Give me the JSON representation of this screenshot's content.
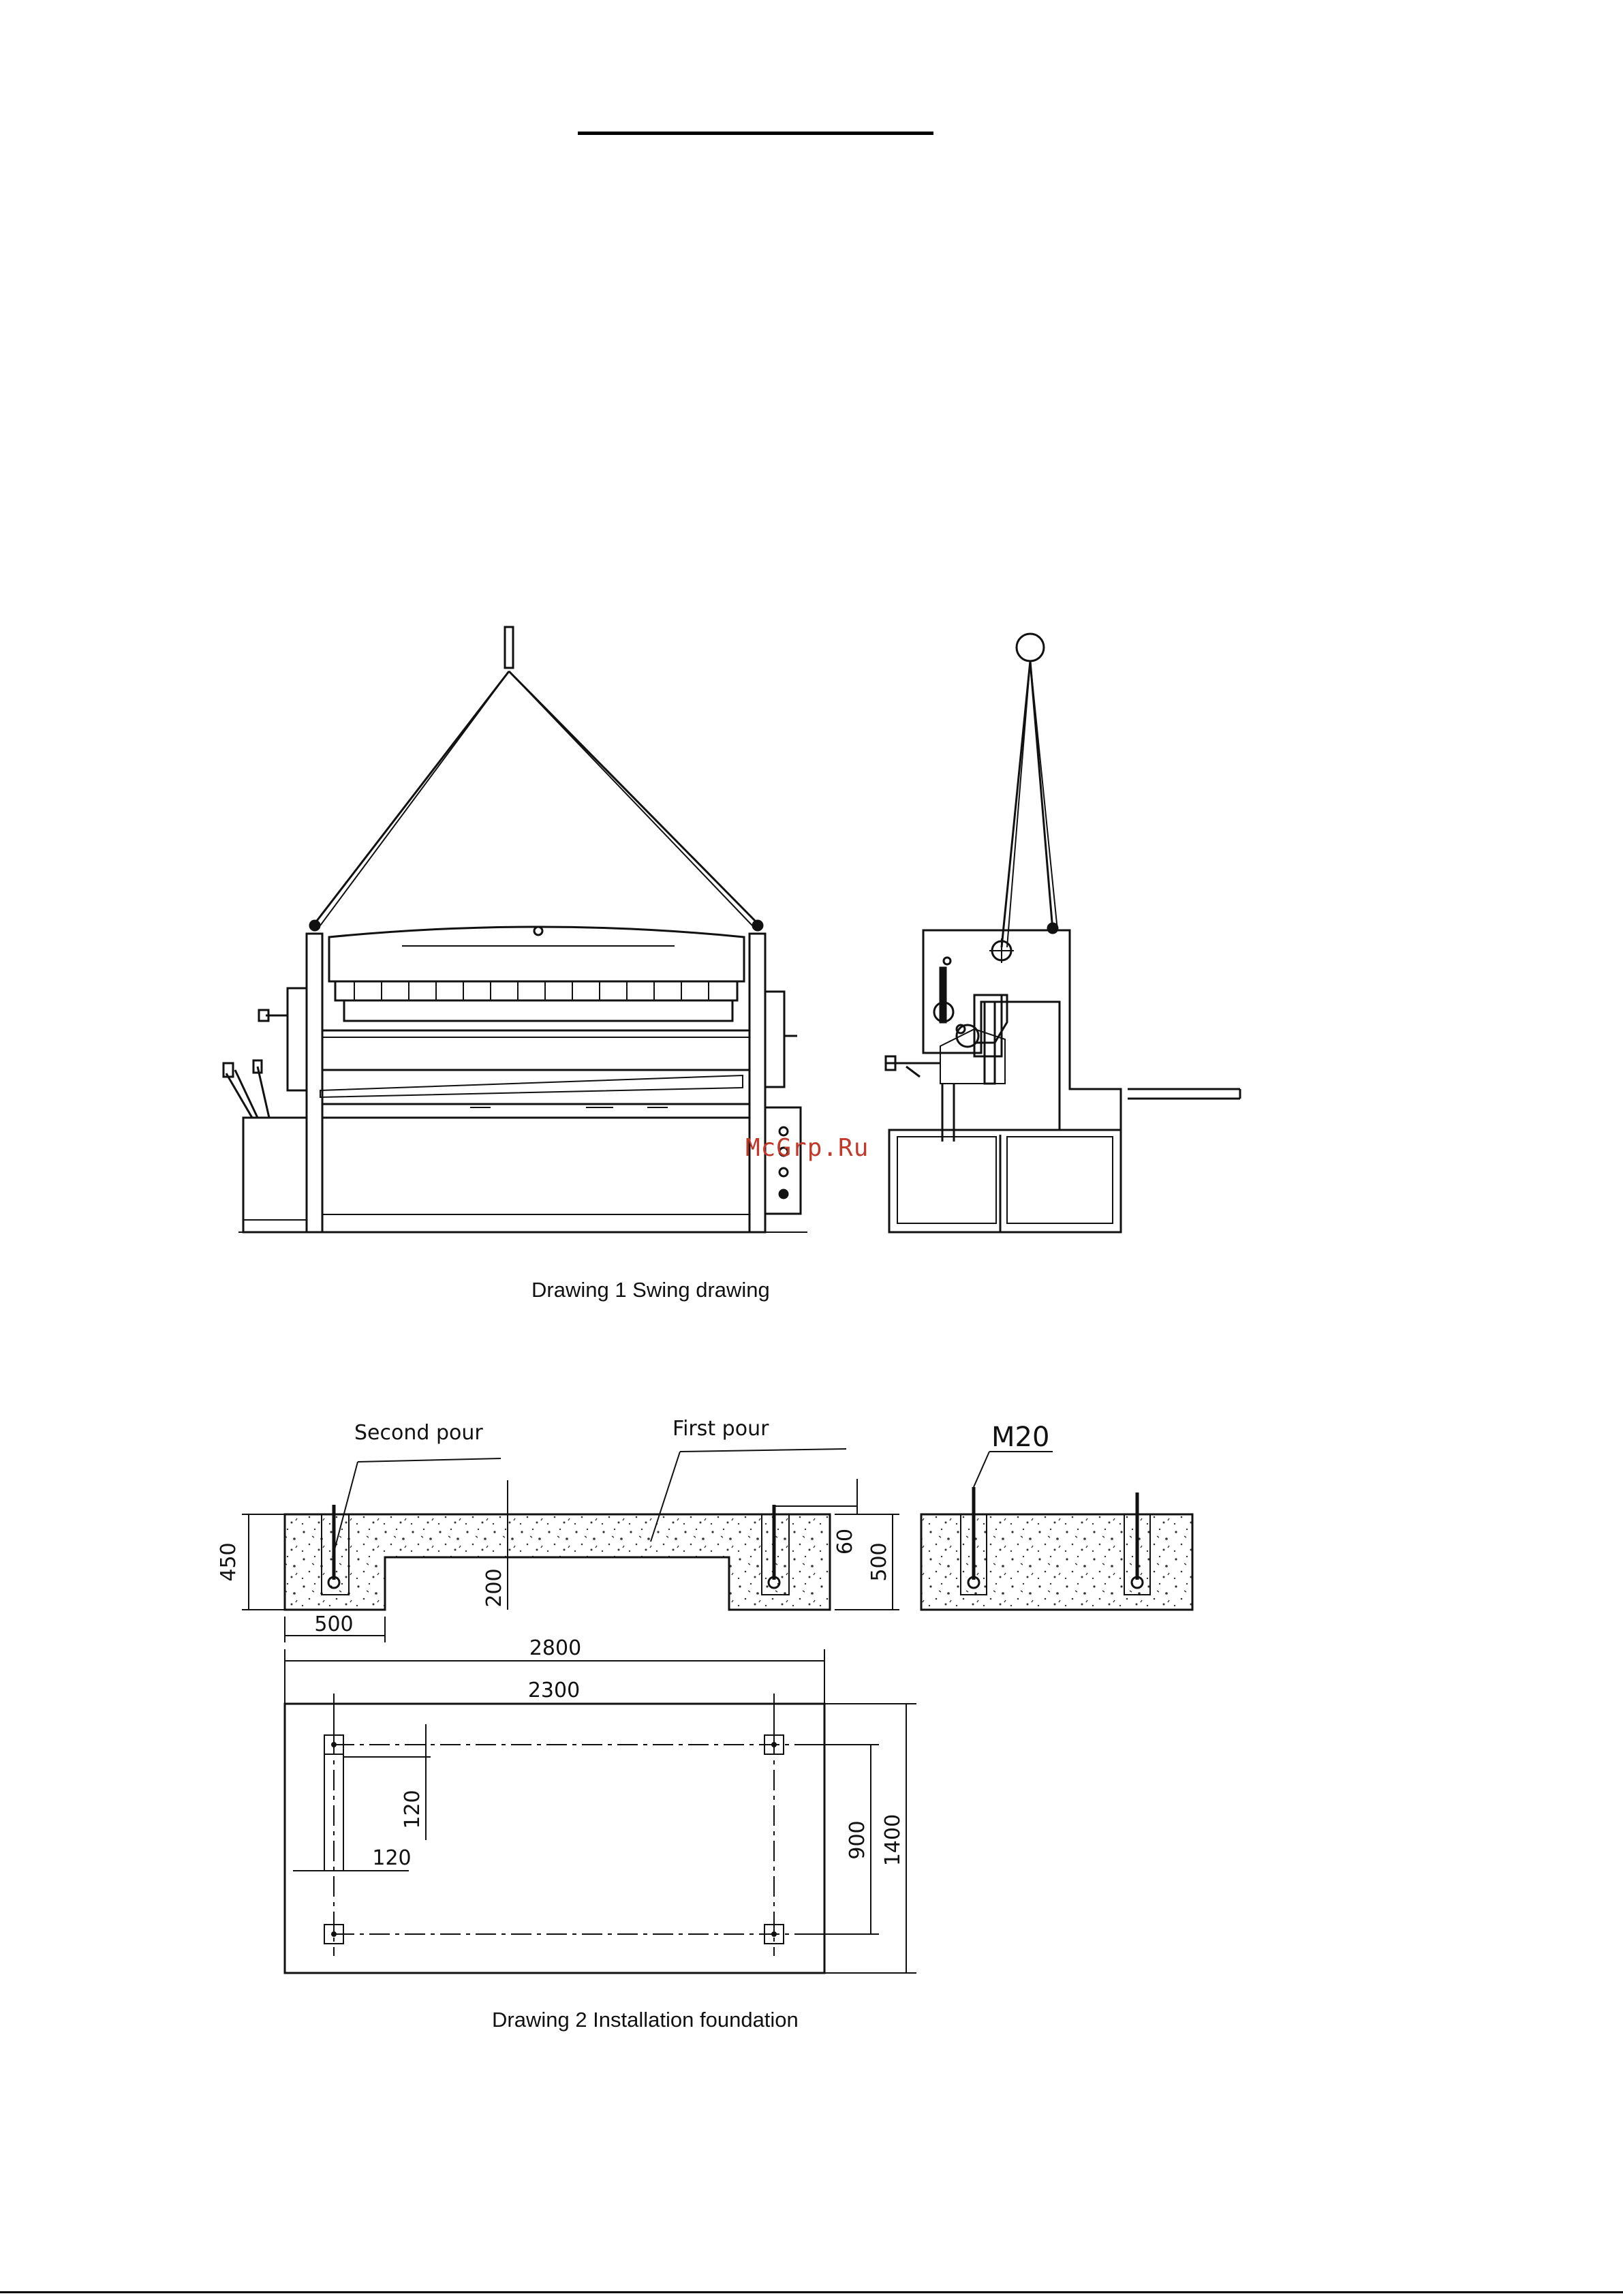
{
  "drawing1": {
    "caption": "Drawing 1 Swing drawing"
  },
  "drawing2": {
    "caption": "Drawing 2 Installation foundation",
    "labels": {
      "second_pour": "Second pour",
      "first_pour": "First pour",
      "bolt": "M20"
    },
    "dimensions": {
      "d450": "450",
      "d500_left": "500",
      "d200": "200",
      "d60": "60",
      "d500_right": "500",
      "d2800": "2800",
      "d2300": "2300",
      "d120_v": "120",
      "d120_h": "120",
      "d900": "900",
      "d1400": "1400"
    }
  },
  "watermark": "McGrp.Ru"
}
